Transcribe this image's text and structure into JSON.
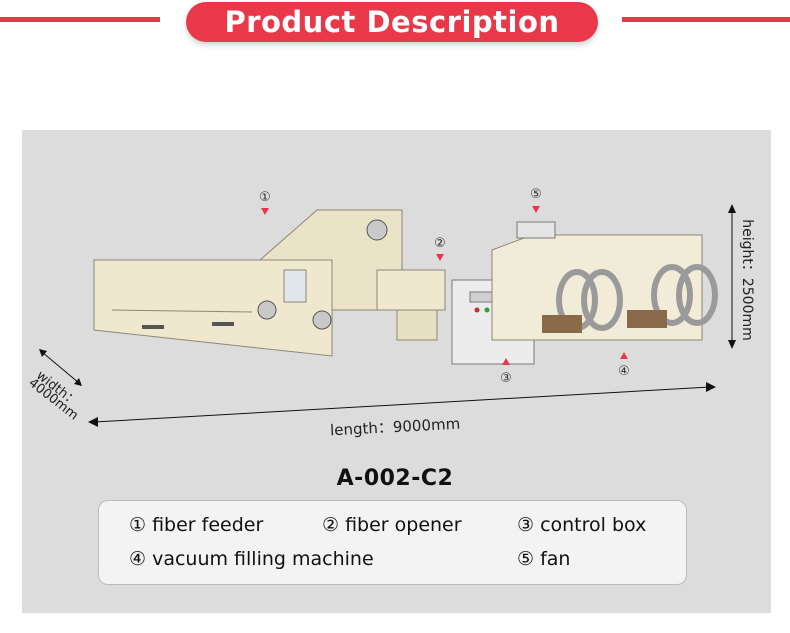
{
  "header": {
    "title": "Product Description"
  },
  "markers": {
    "m1": "①",
    "m2": "②",
    "m3": "③",
    "m4": "④",
    "m5": "⑤"
  },
  "dimensions": {
    "height": "height：2500mm",
    "width_line1": "width：",
    "width_line2": "4000mm",
    "length": "length：9000mm"
  },
  "model": "A-002-C2",
  "legend": {
    "items": [
      "① fiber feeder",
      "② fiber opener",
      "③ control box",
      "④ vacuum filling machine",
      "⑤ fan"
    ]
  },
  "colors": {
    "accent": "#e8384a",
    "panel": "#dcdcdc",
    "machine": "#efe8cf"
  }
}
